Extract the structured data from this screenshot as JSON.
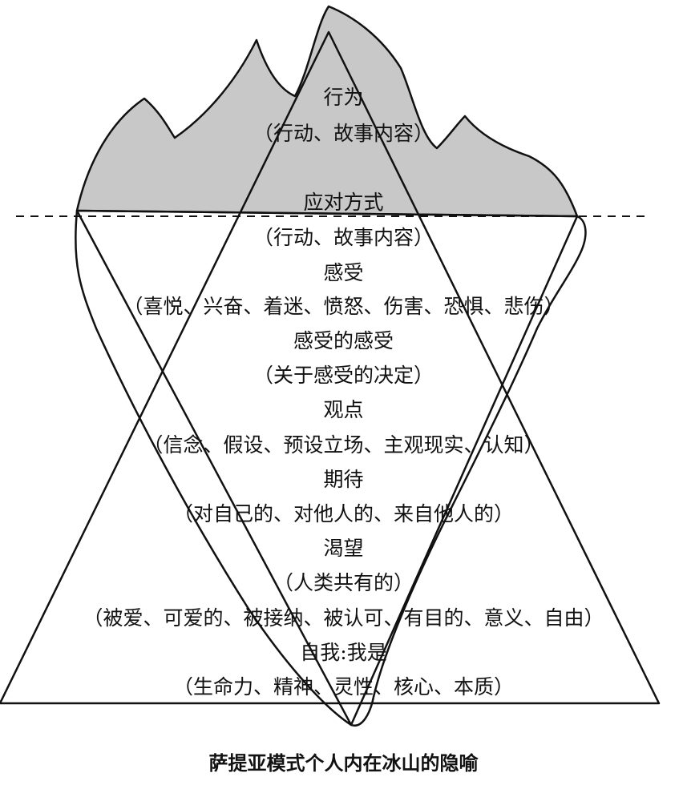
{
  "colors": {
    "tip_fill": "#c8c8c8",
    "stroke": "#111111"
  },
  "labels": {
    "behavior": "行为",
    "behavior_detail": "（行动、故事内容）",
    "coping": "应对方式",
    "coping_detail": "（行动、故事内容）",
    "feelings": "感受",
    "feelings_detail": "（喜悦、兴奋、着迷、愤怒、伤害、恐惧、悲伤）",
    "feelings_about_feelings": "感受的感受",
    "feelings_about_feelings_detail": "（关于感受的决定）",
    "perceptions": "观点",
    "perceptions_detail": "（信念、假设、预设立场、主观现实、认知）",
    "expectations": "期待",
    "expectations_detail": "（对自己的、对他人的、来自他人的）",
    "yearnings": "渴望",
    "yearnings_detail_1": "（人类共有的）",
    "yearnings_detail_2": "（被爱、可爱的、被接纳、被认可、有目的、意义、自由）",
    "self": "自我:我是",
    "self_detail": "（生命力、精神、灵性、核心、本质）"
  },
  "caption": "萨提亚模式个人内在冰山的隐喻"
}
